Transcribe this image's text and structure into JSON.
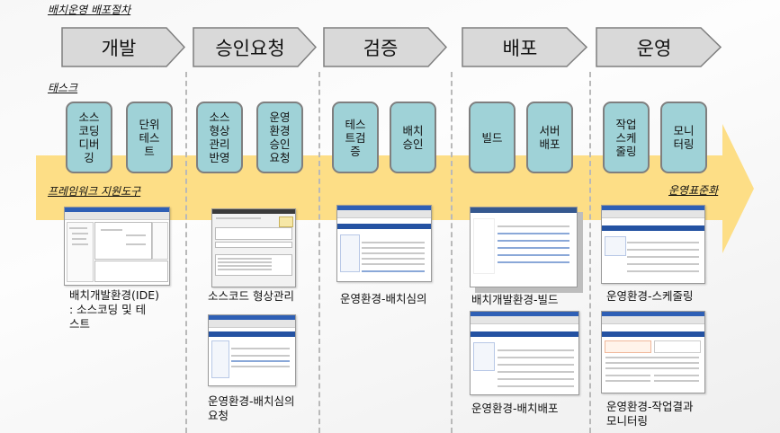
{
  "labels": {
    "process_title": "배치운영 배포절차",
    "tasks_title": "태스크",
    "tools_title": "프레임워크 지원도구",
    "standardization": "운영표준화"
  },
  "stages": [
    {
      "label": "개발"
    },
    {
      "label": "승인요청"
    },
    {
      "label": "검증"
    },
    {
      "label": "배포"
    },
    {
      "label": "운영"
    }
  ],
  "tasks": [
    {
      "label": "소스\n코딩\n디버\n깅",
      "stage": "개발"
    },
    {
      "label": "단위\n테스\n트",
      "stage": "개발"
    },
    {
      "label": "소스\n형상\n관리\n반영",
      "stage": "승인요청"
    },
    {
      "label": "운영\n환경\n승인\n요청",
      "stage": "승인요청"
    },
    {
      "label": "테스\n트검\n증",
      "stage": "검증"
    },
    {
      "label": "배치\n승인",
      "stage": "검증"
    },
    {
      "label": "빌드",
      "stage": "배포"
    },
    {
      "label": "서버\n배포",
      "stage": "배포"
    },
    {
      "label": "작업\n스케\n줄링",
      "stage": "운영"
    },
    {
      "label": "모니\n터링",
      "stage": "운영"
    }
  ],
  "tools": [
    {
      "caption": "배치개발환경(IDE)\n: 소스코딩 및 테\n스트",
      "screen": "ide-screenshot"
    },
    {
      "caption": "소스코드 형상관리",
      "screen": "svn-commit-dialog"
    },
    {
      "caption": "운영환경-배치심의\n요청",
      "screen": "review-request-screen"
    },
    {
      "caption": "운영환경-배치심의",
      "screen": "review-screen"
    },
    {
      "caption": "배치개발환경-빌드",
      "screen": "build-screen"
    },
    {
      "caption": "운영환경-배치배포",
      "screen": "deploy-screen"
    },
    {
      "caption": "운영환경-스케줄링",
      "screen": "scheduling-screen"
    },
    {
      "caption": "운영환경-작업결과\n모니터링",
      "screen": "monitoring-screen"
    }
  ],
  "colors": {
    "stage_fill": "#d9d9d9",
    "stage_border": "#7f7f7f",
    "task_fill": "#9fd2d7",
    "band_fill": "#fddc80",
    "divider": "#b9b9b9"
  }
}
